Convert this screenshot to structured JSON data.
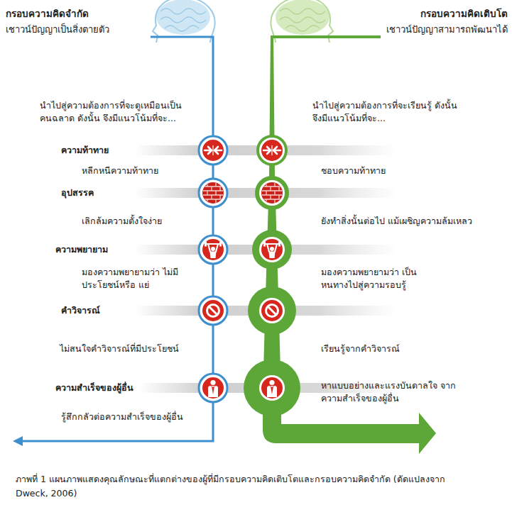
{
  "diagram": {
    "caption": "ภาพที่ 1 แผนภาพแสดงคุณลักษณะที่แตกต่างของผู้ที่มีกรอบความคิดเติบโตและกรอบความคิดจำกัด (ดัดแปลงจาก Dweck, 2006)",
    "labels": [
      "กรอบความคิดจำกัด",
      "เชาวน์ปัญญาเป็นสิ่งตายตัว",
      "กรอบความคิดเติบโต",
      "เชาวน์ปัญญาสามารถพัฒนาได้",
      "นำไปสู่ความต้องการที่จะดูเหมือนเป็นคนฉลาด ดังนั้น จึงมีแนวโน้มที่จะ...",
      "นำไปสู่ความต้องการที่จะเรียนรู้ ดังนั้น จึงมีแนวโน้มที่จะ...",
      "ความท้าทาย",
      "หลีกหนีความท้าทาย",
      "ชอบความท้าทาย",
      "อุปสรรค",
      "เลิกล้มความตั้งใจง่าย",
      "ยังทำสิ่งนั้นต่อไป แม้เผชิญความล้มเหลว",
      "ความพยายาม",
      "มองความพยายามว่า ไม่มีประโยชน์หรือ แย่",
      "มองความพยายามว่า เป็นหนทางไปสู่ความรอบรู้",
      "คำวิจารณ์",
      "ไม่สนใจคำวิจารณ์ที่มีประโยชน์",
      "เรียนรู้จากคำวิจารณ์",
      "ความสำเร็จของผู้อื่น",
      "หาแบบอย่างและแรงบันดาลใจ จากความสำเร็จของผู้อื่น",
      "รู้สึกกลัวต่อความสำเร็จของผู้อื่น"
    ]
  }
}
